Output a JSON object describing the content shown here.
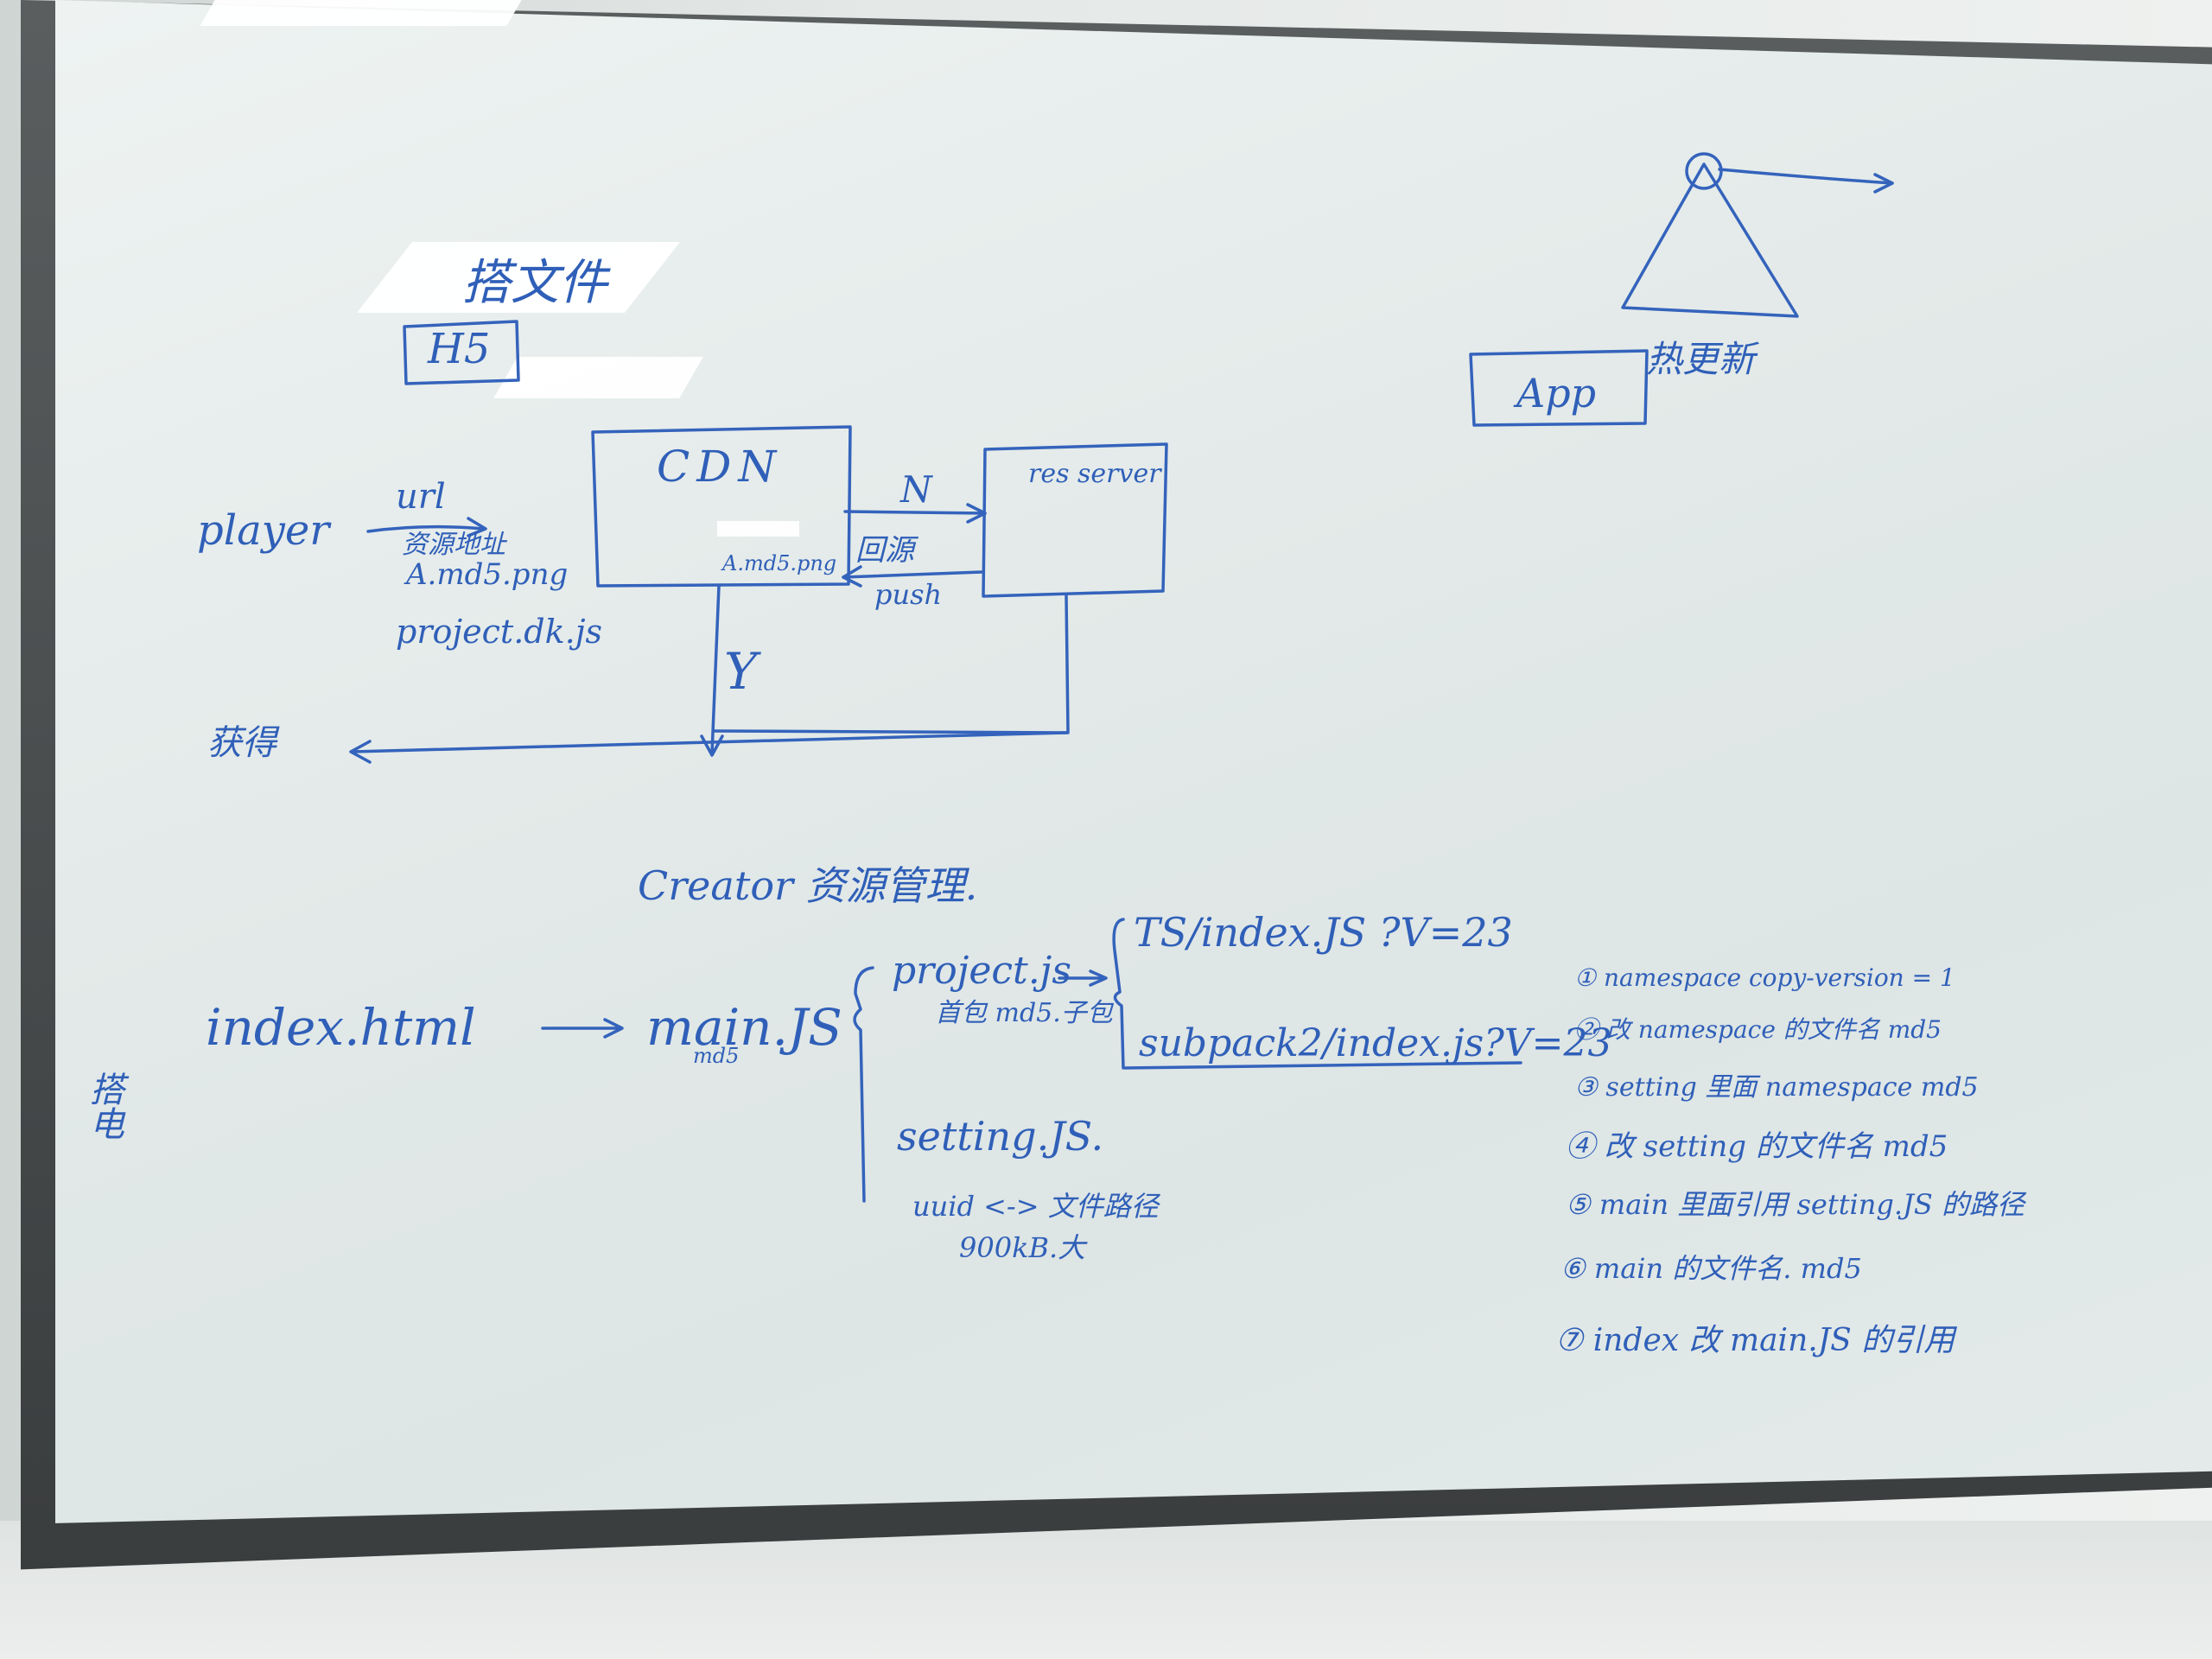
{
  "top_left": {
    "label": "搭文件",
    "h5": "H5"
  },
  "cdn_diagram": {
    "player": "player",
    "url": "url",
    "resource_address": "资源地址",
    "asset_file": "A.md5.png",
    "project_file": "project.dk.js",
    "cdn": "CDN",
    "cdn_file": "A.md5.png",
    "res_server": "res server",
    "no_label": "N",
    "back_to_source": "回源",
    "push": "push",
    "yes_label": "Y",
    "fetch": "获得"
  },
  "top_right": {
    "app": "App",
    "label": "热更新"
  },
  "creator": {
    "title": "Creator 资源管理.",
    "index_html": "index.html",
    "main_js": "main.JS",
    "main_md5": "md5",
    "project_js": "project.js",
    "project_note": "首包 md5.子包",
    "ts_index": "TS/index.JS ?V=23",
    "subpack_index": "subpack2/index.js?V=23",
    "setting_js": "setting.JS.",
    "uuid_note": "uuid <-> 文件路径",
    "size_note": "900kB.大",
    "side_note": "搭电"
  },
  "steps": [
    "① namespace copy-version = 1",
    "② 改 namespace 的文件名 md5",
    "③ setting 里面 namespace md5",
    "④ 改 setting 的文件名 md5",
    "⑤ main 里面引用 setting.JS 的路径",
    "⑥ main 的文件名. md5",
    "⑦ index 改 main.JS 的引用"
  ]
}
